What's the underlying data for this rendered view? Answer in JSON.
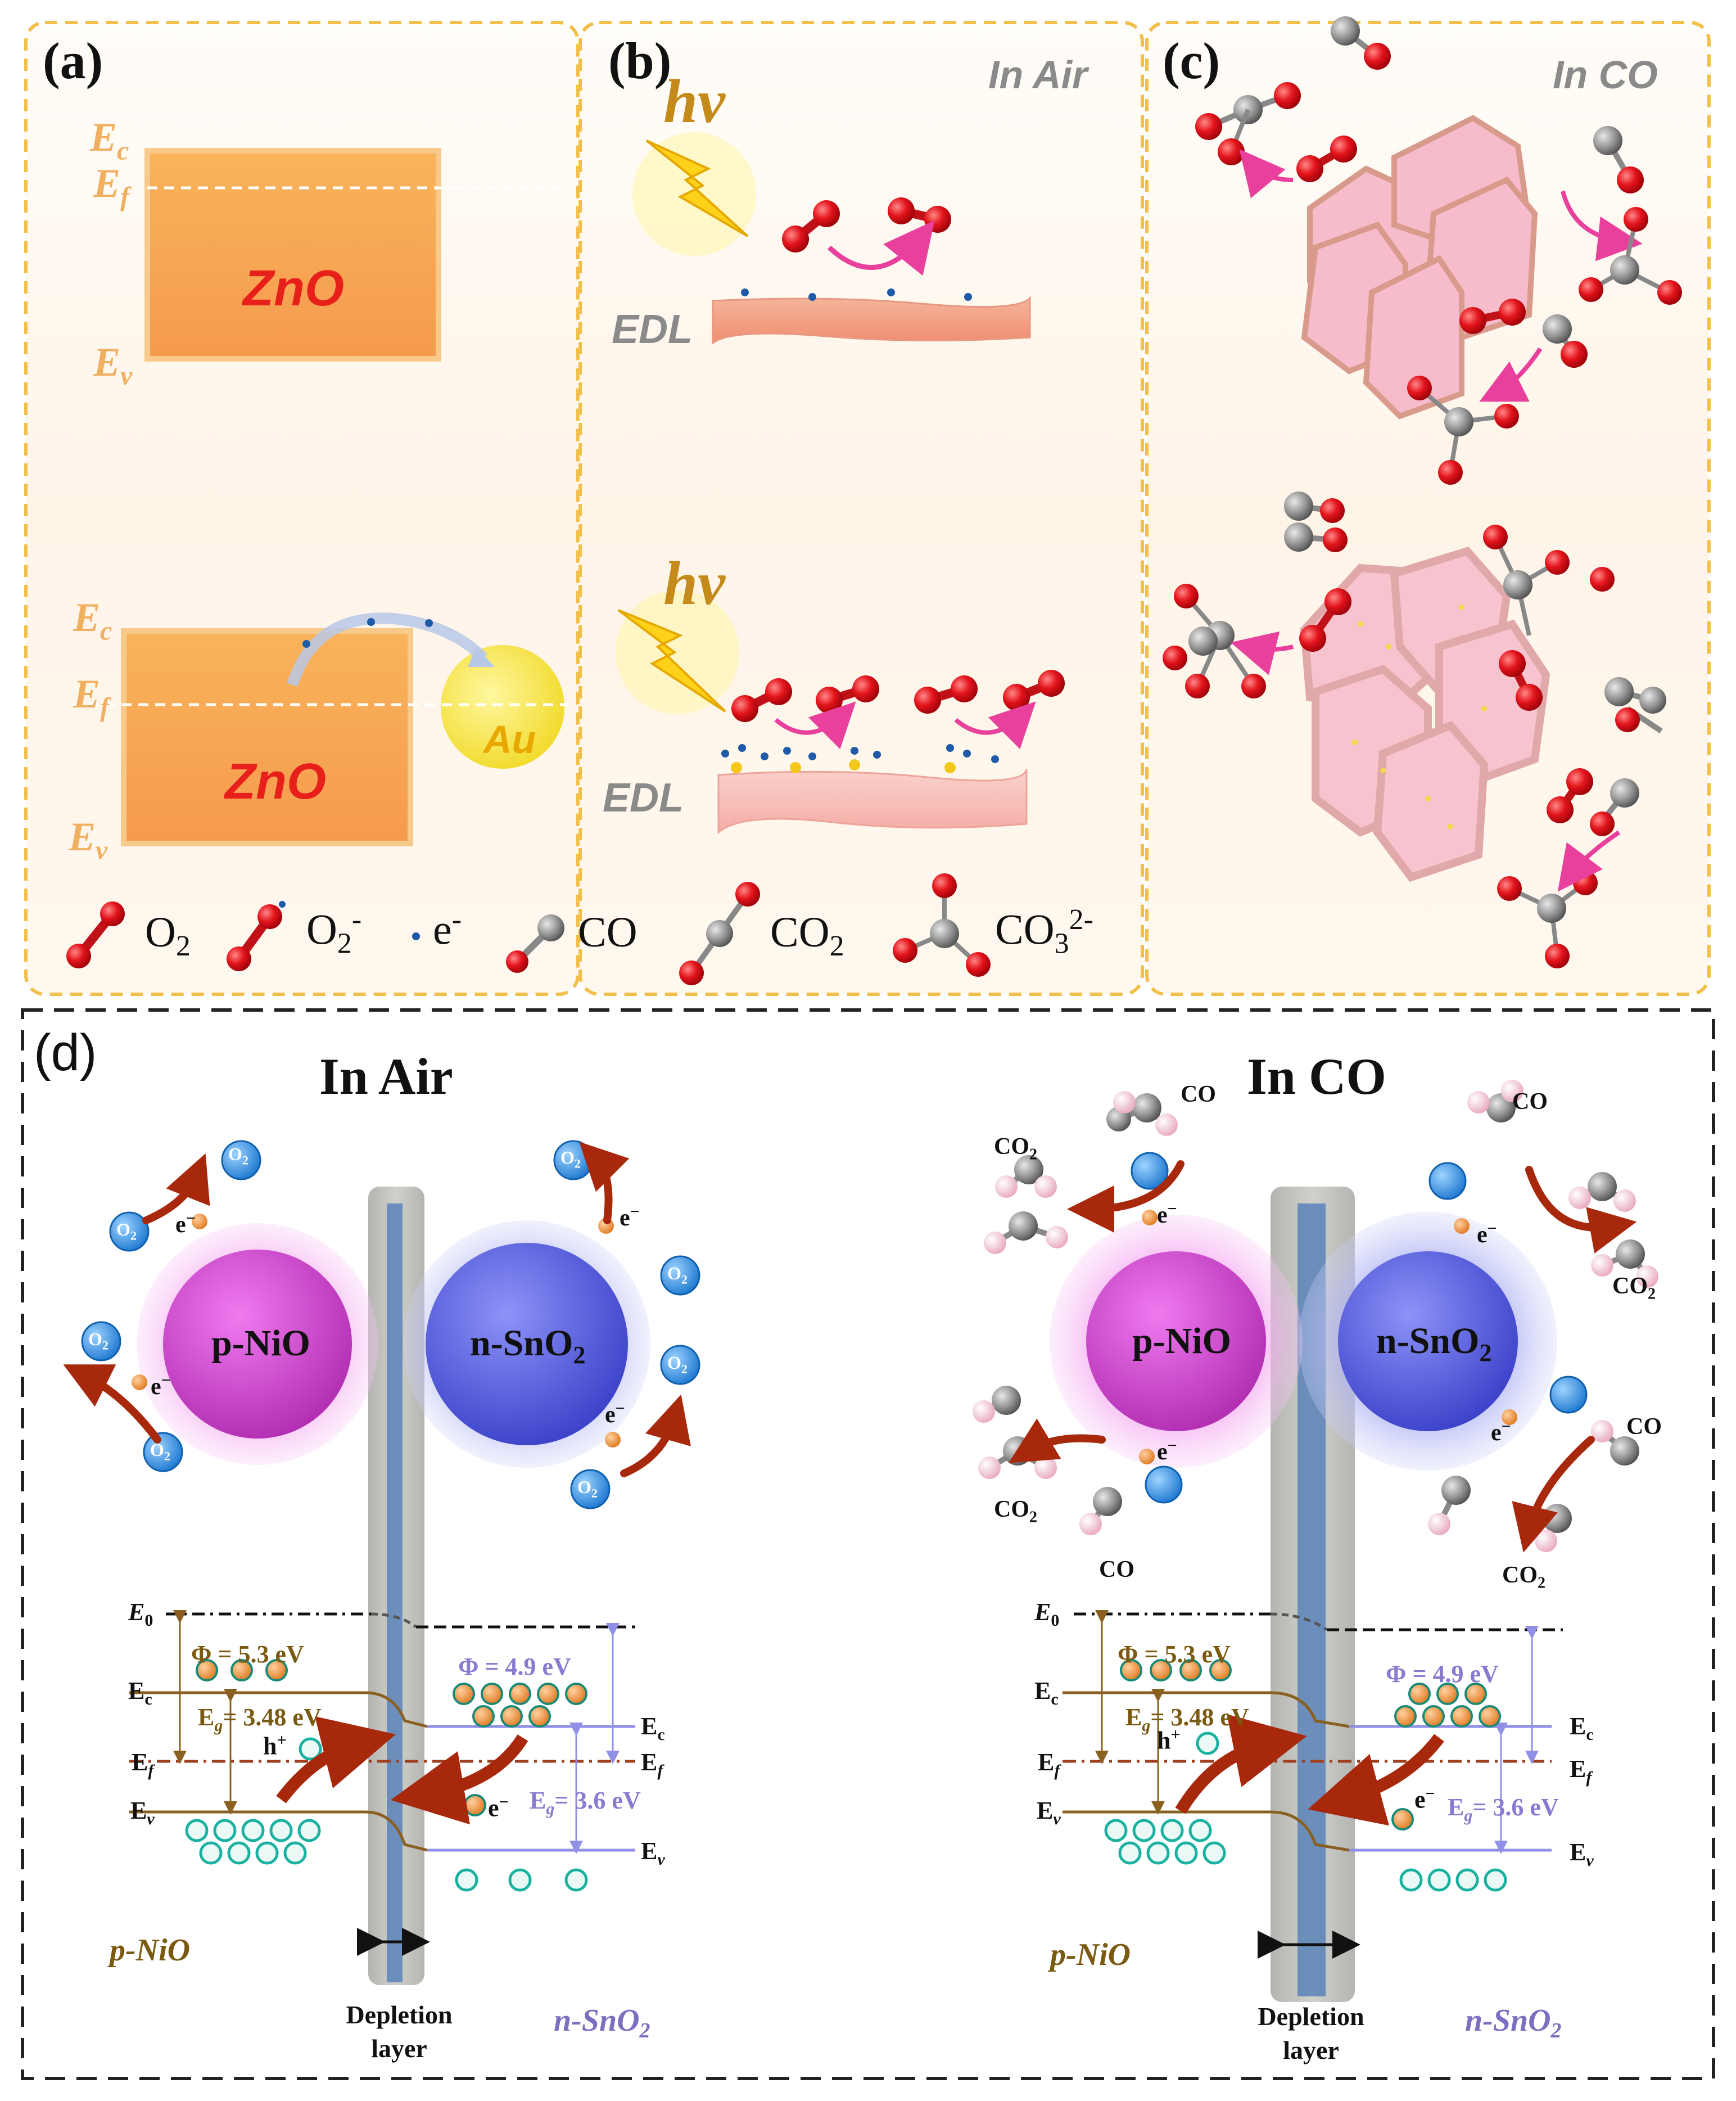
{
  "panels": {
    "a": {
      "tag": "(a)",
      "top_labels": {
        "ec": "E",
        "ec_sub": "c",
        "ef": "E",
        "ef_sub": "f",
        "ev": "E",
        "ev_sub": "v"
      },
      "material": "ZnO",
      "metal": "Au"
    },
    "b": {
      "tag": "(b)",
      "condition": "In Air",
      "light": "hv",
      "layer": "EDL"
    },
    "c": {
      "tag": "(c)",
      "condition": "In CO"
    },
    "d": {
      "tag": "(d)",
      "left_title": "In Air",
      "right_title": "In CO",
      "p_sphere": "p-NiO",
      "n_sphere": "n-SnO",
      "n_sphere_sub": "2",
      "o2": "O",
      "o2_sub": "2",
      "co": "CO",
      "co2": "CO",
      "co2_sub": "2",
      "electron": "e",
      "hole": "h",
      "e0": "E",
      "e0_sub": "0",
      "ec": "E",
      "ec_sub": "c",
      "ef": "E",
      "ef_sub": "f",
      "ev": "E",
      "ev_sub": "v",
      "phi_p": "Φ = 5.3 eV",
      "eg_p": "= 3.48 eV",
      "phi_n": "Φ = 4.9 eV",
      "eg_n": "= 3.6 eV",
      "eg_sym": "E",
      "eg_sub": "g",
      "p_label": "p-NiO",
      "n_label": "n-SnO",
      "n_label_sub": "2",
      "depletion_1": "Depletion",
      "depletion_2": "layer"
    }
  },
  "legend": [
    {
      "key": "o2",
      "text": "O",
      "sub": "2",
      "sup": ""
    },
    {
      "key": "o2minus",
      "text": "O",
      "sub": "2",
      "sup": "-"
    },
    {
      "key": "electron",
      "text": "e",
      "sub": "",
      "sup": "-"
    },
    {
      "key": "co",
      "text": "CO",
      "sub": "",
      "sup": ""
    },
    {
      "key": "co2",
      "text": "CO",
      "sub": "2",
      "sup": ""
    },
    {
      "key": "co3",
      "text": "CO",
      "sub": "3",
      "sup": "2-"
    }
  ],
  "colors": {
    "frame_dash": "#f2c04a",
    "panel_bg_top": "#fff7ee",
    "zno_fill": "#f7a552",
    "au_fill": "#f5e04a",
    "oxygen": "#e3141c",
    "carbon": "#9a9a9a",
    "nio_sphere": "#d24fd0",
    "sno2_sphere": "#5c63e0",
    "band_brown": "#8a6020",
    "band_purple": "#8f90e6",
    "ef_line": "#a04020",
    "arrow_red": "#a8280c",
    "o2_ball": "#3a9be0",
    "teal_ring": "#19b1a0"
  }
}
